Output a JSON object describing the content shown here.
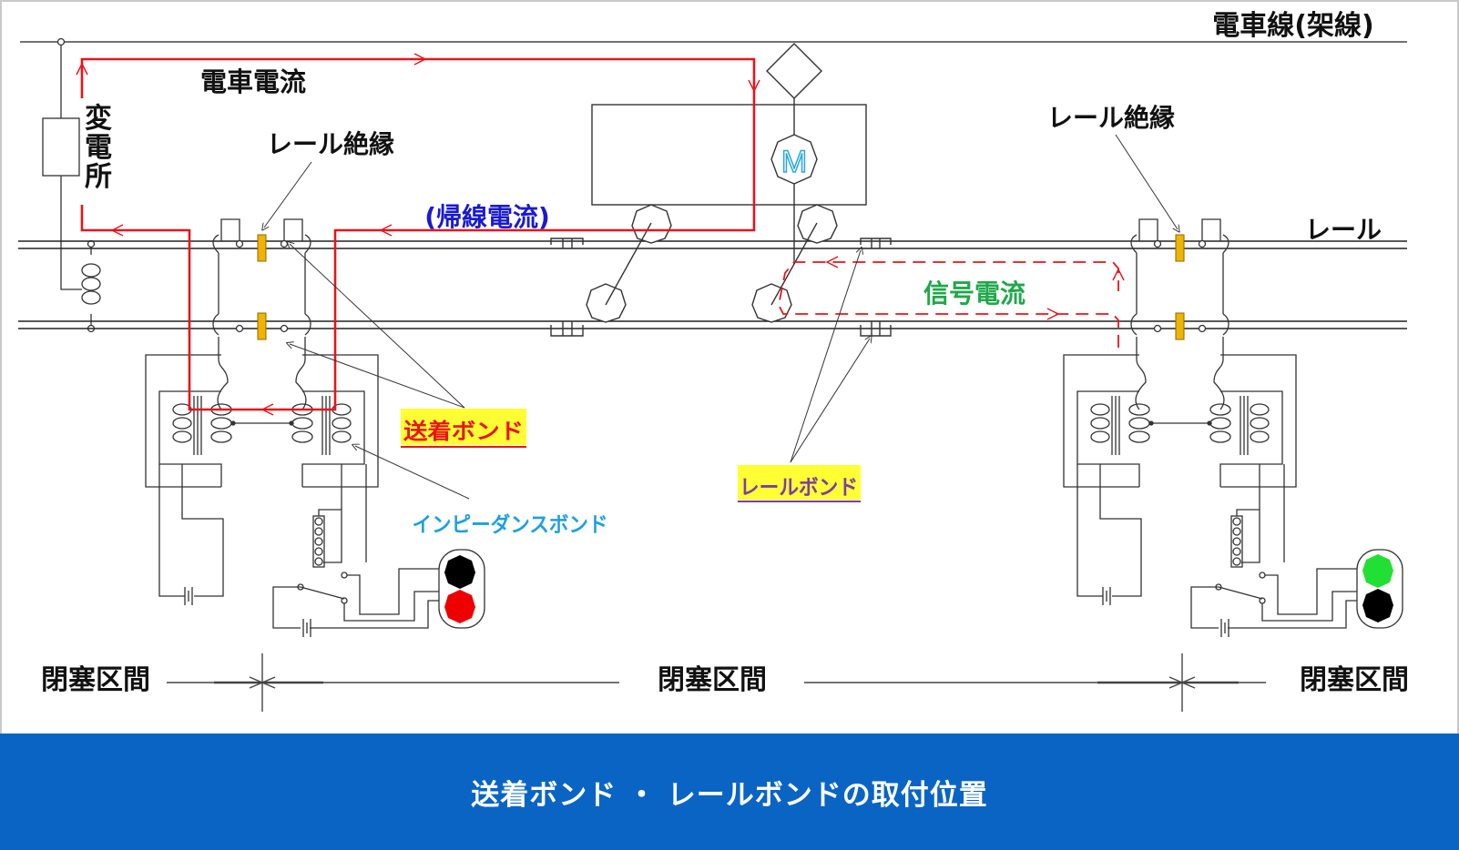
{
  "labels": {
    "overhead_line": "電車線(架線)",
    "train_current": "電車電流",
    "substation": [
      "変",
      "電",
      "所"
    ],
    "rail_insulation_left": "レール絶縁",
    "rail_insulation_right": "レール絶縁",
    "return_current": "(帰線電流)",
    "rail": "レール",
    "signal_current": "信号電流",
    "bonded_bond": "送着ボンド",
    "impedance_bond": "インピーダンスボンド",
    "rail_bond": "レールボンド",
    "motor": "M",
    "block_section_left": "閉塞区間",
    "block_section_center": "閉塞区間",
    "block_section_right": "閉塞区間"
  },
  "banner": {
    "title": "送着ボンド ・ レールボンドの取付位置"
  },
  "colors": {
    "train_current": "#e8141b",
    "return_current": "#1a1ad0",
    "signal_current": "#1fa84a",
    "impedance_bond": "#1fa0dd",
    "rail_bond_text": "#7a3ea8",
    "highlight": "#ffff33",
    "insulator": "#f0b400",
    "banner": "#0a64c4"
  },
  "signals": {
    "left": {
      "top": "black",
      "bottom": "red"
    },
    "right": {
      "top": "green",
      "bottom": "black"
    }
  }
}
